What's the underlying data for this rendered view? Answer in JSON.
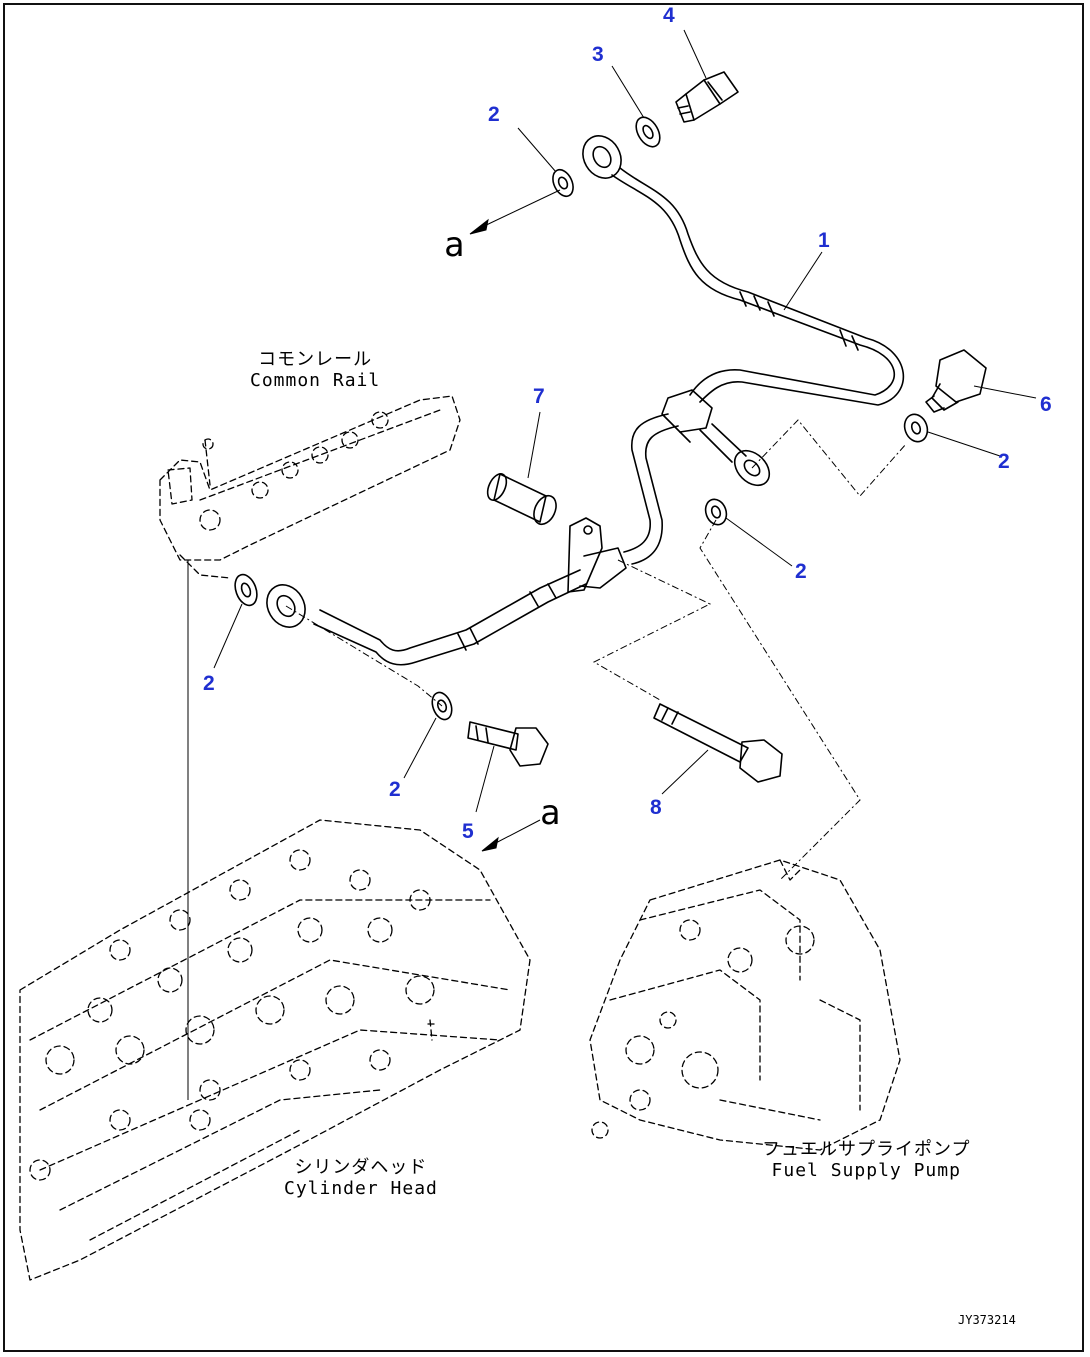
{
  "callouts": {
    "c4": "4",
    "c3": "3",
    "c2a": "2",
    "c1": "1",
    "c6": "6",
    "c2b": "2",
    "c7": "7",
    "c2c": "2",
    "c2d": "2",
    "c2e": "2",
    "c5": "5",
    "c8": "8"
  },
  "refs": {
    "a_top": "a",
    "a_bottom": "a"
  },
  "labels": {
    "common_rail_jp": "コモンレール",
    "common_rail_en": "Common Rail",
    "cylinder_head_jp": "シリンダヘッド",
    "cylinder_head_en": "Cylinder Head",
    "fuel_pump_jp": "フュエルサプライポンプ",
    "fuel_pump_en": "Fuel Supply Pump"
  },
  "drawing_number": "JY373214",
  "colors": {
    "callout": "#1f2fd0",
    "line": "#000000"
  }
}
